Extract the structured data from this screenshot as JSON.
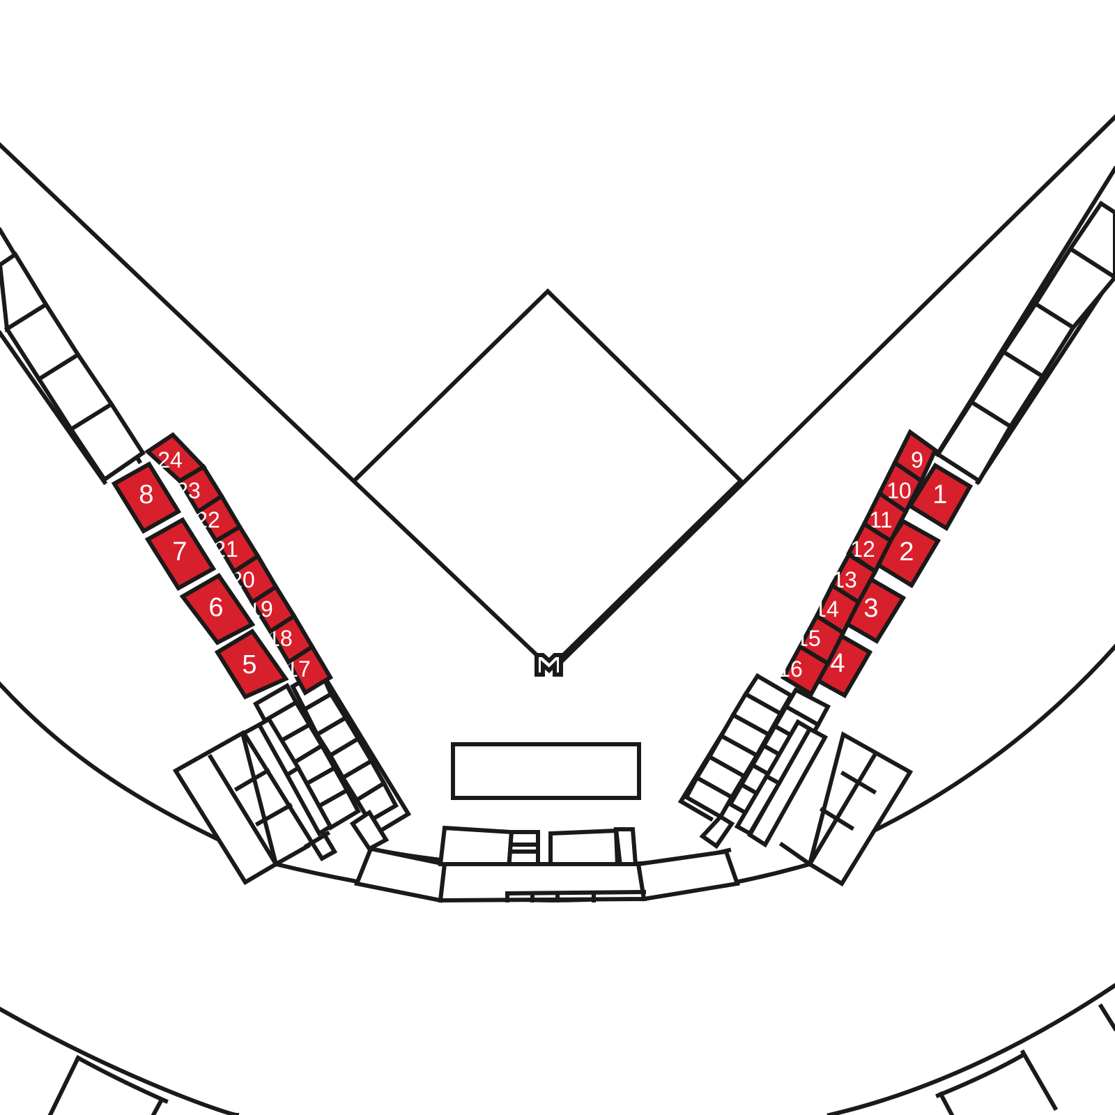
{
  "colors": {
    "selected_section": "#d7202b",
    "outline": "#1a1a1a",
    "background": "#ffffff",
    "label": "#ffffff"
  },
  "sections": [
    {
      "id": "1",
      "label": "1"
    },
    {
      "id": "2",
      "label": "2"
    },
    {
      "id": "3",
      "label": "3"
    },
    {
      "id": "4",
      "label": "4"
    },
    {
      "id": "5",
      "label": "5"
    },
    {
      "id": "6",
      "label": "6"
    },
    {
      "id": "7",
      "label": "7"
    },
    {
      "id": "8",
      "label": "8"
    },
    {
      "id": "9",
      "label": "9"
    },
    {
      "id": "10",
      "label": "10"
    },
    {
      "id": "11",
      "label": "11"
    },
    {
      "id": "12",
      "label": "12"
    },
    {
      "id": "13",
      "label": "13"
    },
    {
      "id": "14",
      "label": "14"
    },
    {
      "id": "15",
      "label": "15"
    },
    {
      "id": "16",
      "label": "16"
    },
    {
      "id": "17",
      "label": "17"
    },
    {
      "id": "18",
      "label": "18"
    },
    {
      "id": "19",
      "label": "19"
    },
    {
      "id": "20",
      "label": "20"
    },
    {
      "id": "21",
      "label": "21"
    },
    {
      "id": "22",
      "label": "22"
    },
    {
      "id": "23",
      "label": "23"
    },
    {
      "id": "24",
      "label": "24"
    }
  ]
}
